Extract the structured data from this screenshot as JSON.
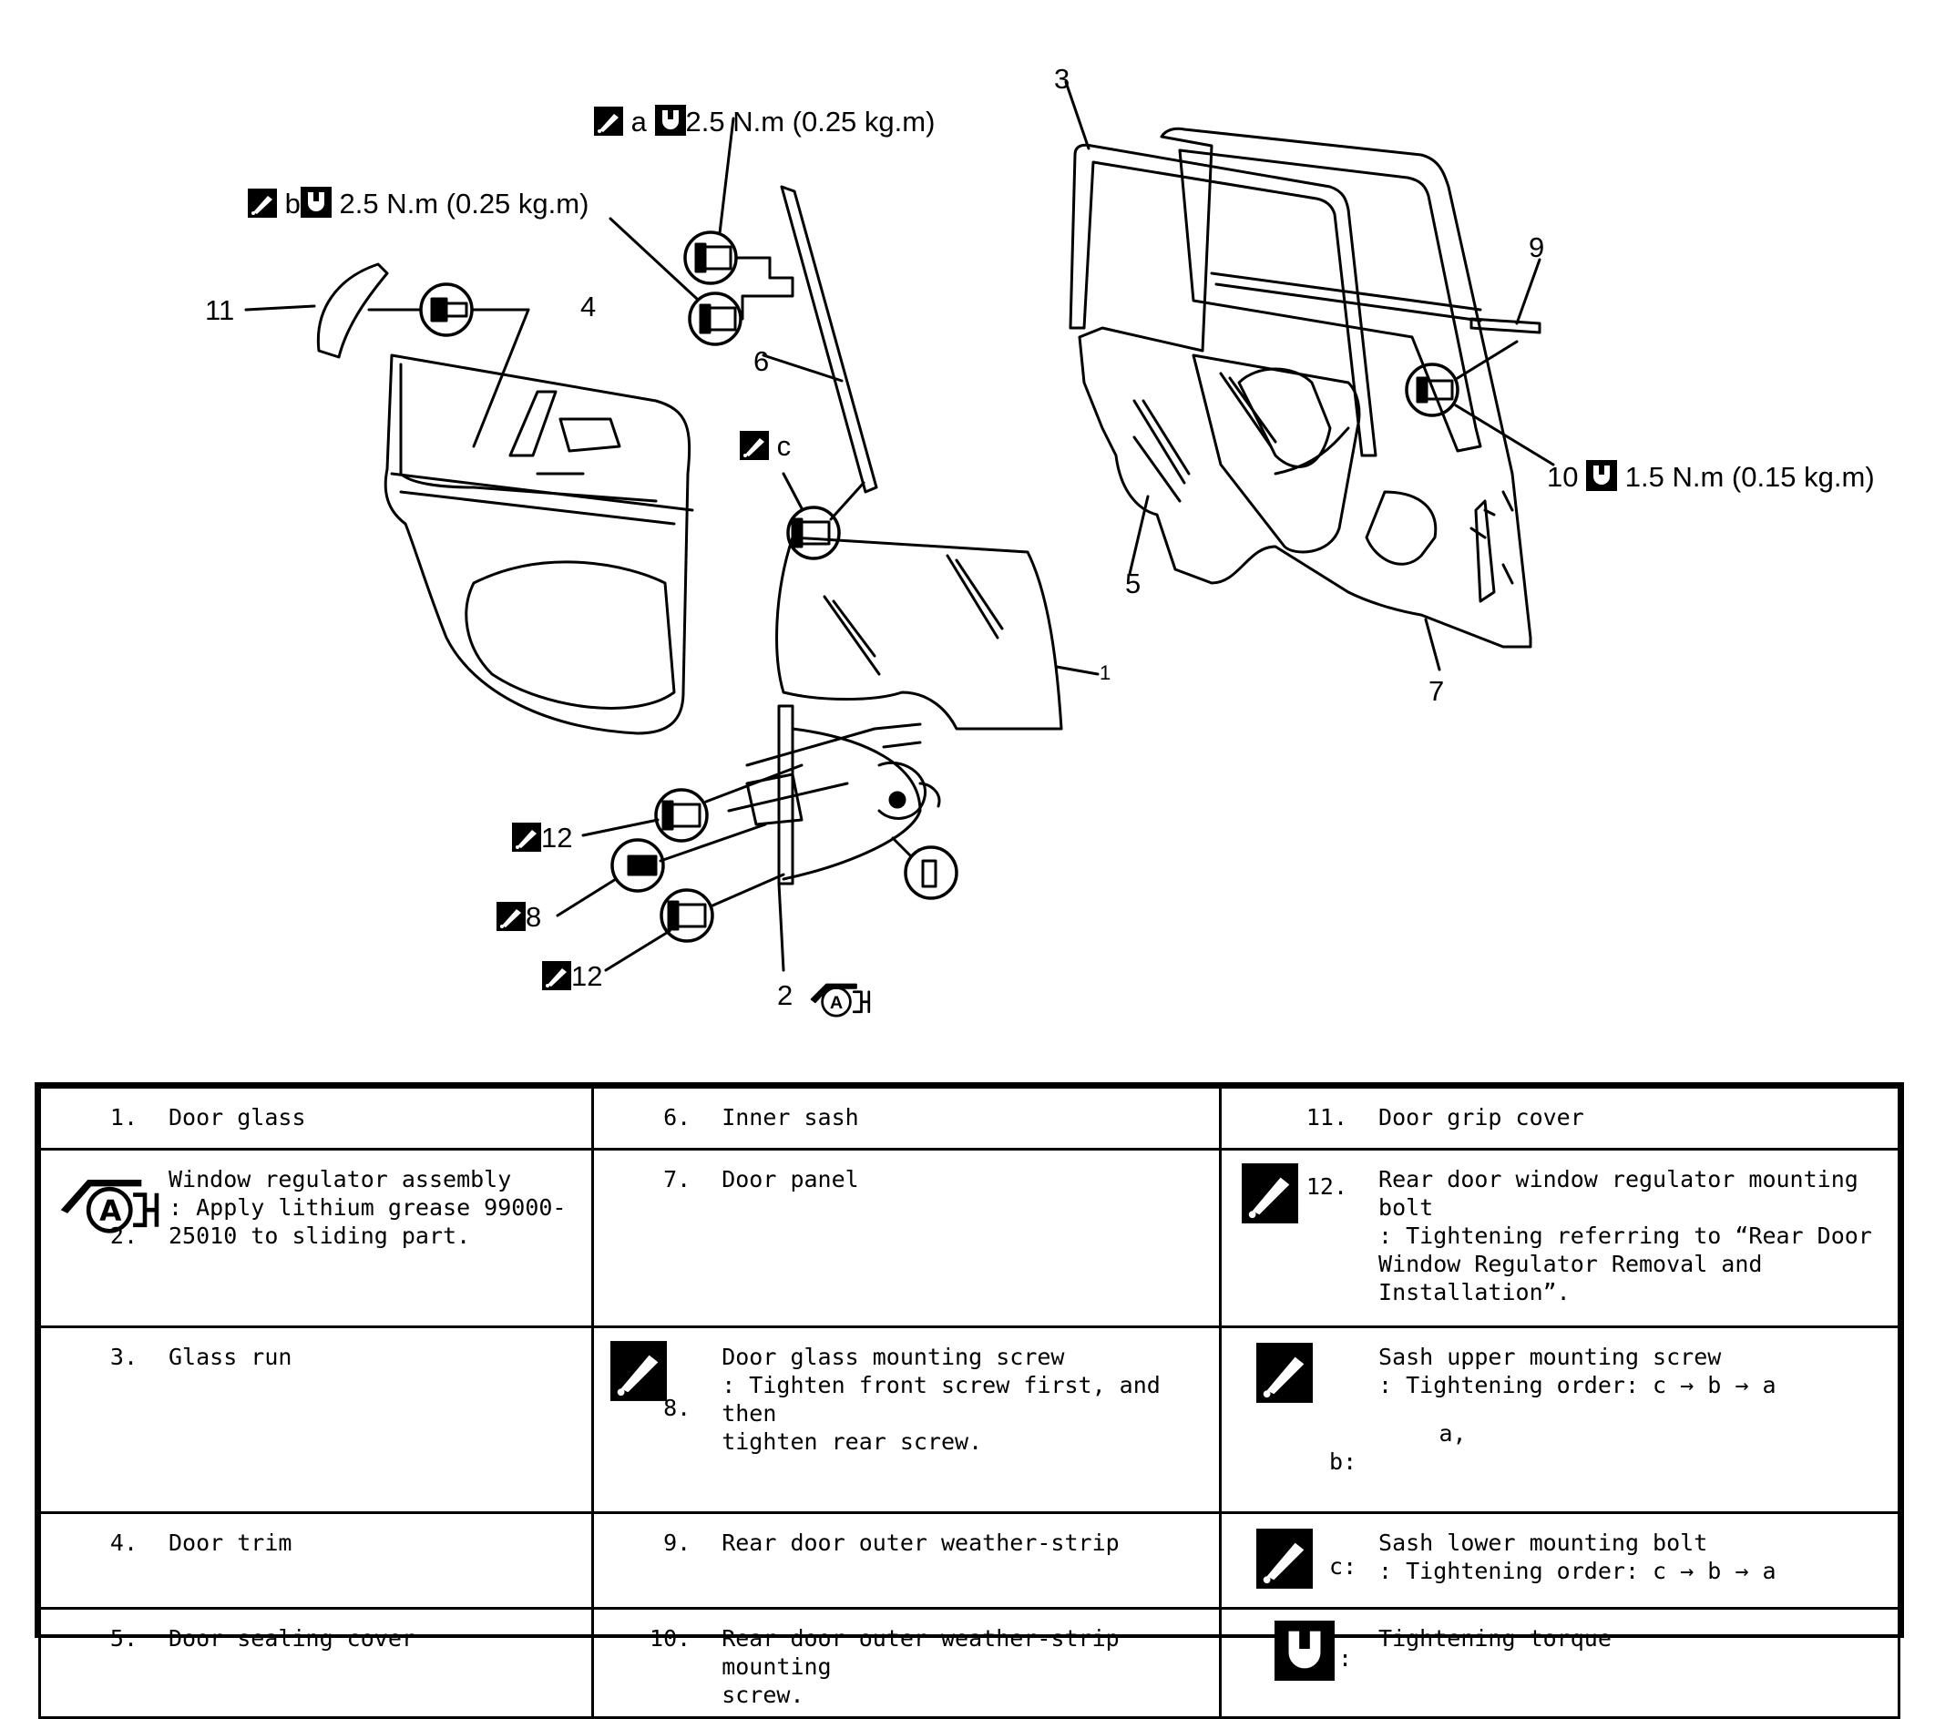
{
  "callouts": {
    "a_letter": "a",
    "a_torque": "2.5 N.m (0.25 kg.m)",
    "b_letter": "b",
    "b_torque": "2.5 N.m (0.25 kg.m)",
    "c_letter": "c",
    "n1": "1",
    "n2": "2",
    "n3": "3",
    "n4": "4",
    "n5": "5",
    "n6": "6",
    "n7": "7",
    "n8": "8",
    "n9": "9",
    "n10": "10",
    "n10_torque": "1.5 N.m (0.15 kg.m)",
    "n11": "11",
    "n12a": "12",
    "n12b": "12"
  },
  "legend": {
    "c1r1": {
      "num": "1.",
      "title": "Door glass"
    },
    "c1r2": {
      "num": "2.",
      "title": "Window regulator assembly",
      "note": ": Apply lithium grease 99000-\n25010 to sliding part."
    },
    "c1r3": {
      "num": "3.",
      "title": "Glass run"
    },
    "c1r4": {
      "num": "4.",
      "title": "Door trim"
    },
    "c1r5": {
      "num": "5.",
      "title": "Door sealing cover"
    },
    "c2r1": {
      "num": "6.",
      "title": "Inner sash"
    },
    "c2r2": {
      "num": "7.",
      "title": "Door panel"
    },
    "c2r3": {
      "num": "8.",
      "title": "Door glass mounting screw",
      "note": ": Tighten front screw first, and then\ntighten rear screw."
    },
    "c2r4": {
      "num": "9.",
      "title": "Rear door outer weather-strip"
    },
    "c2r5": {
      "num": "10.",
      "title": "Rear door outer weather-strip mounting\nscrew."
    },
    "c3r1": {
      "num": "11.",
      "title": "Door grip cover"
    },
    "c3r2": {
      "num": "12.",
      "title": "Rear door window regulator mounting\nbolt",
      "note": ": Tightening referring to “Rear Door\nWindow Regulator Removal and\nInstallation”."
    },
    "c3r3": {
      "num": "a,\nb:",
      "title": "Sash upper mounting screw",
      "note": ": Tightening order: c → b → a"
    },
    "c3r4": {
      "num": "c:",
      "title": "Sash lower mounting bolt",
      "note": ": Tightening order: c → b → a"
    },
    "c3r5": {
      "num": ":",
      "title": "Tightening torque"
    }
  },
  "icons": [
    "thread-lock-icon",
    "torque-wrench-icon",
    "grease-icon"
  ]
}
